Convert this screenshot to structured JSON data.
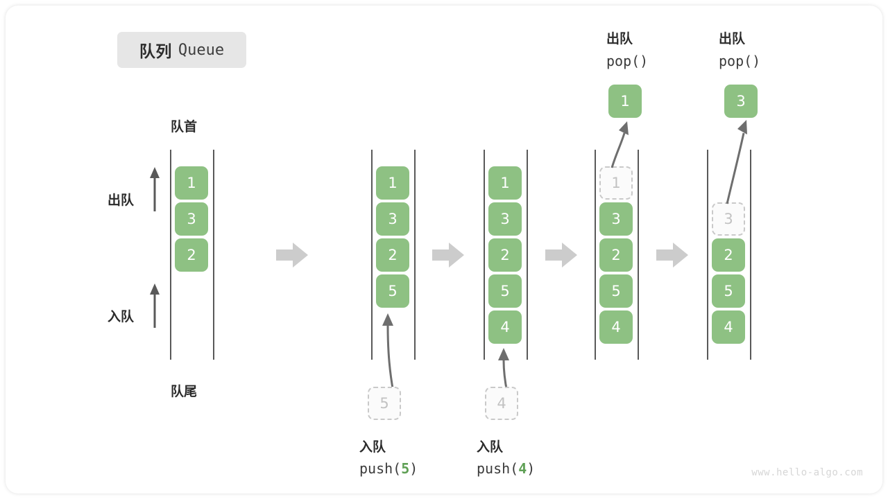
{
  "title": {
    "cn": "队列",
    "en": "Queue"
  },
  "labels": {
    "front": "队首",
    "rear": "队尾",
    "dequeue": "出队",
    "enqueue": "入队",
    "pop_call": "pop()"
  },
  "push_captions": [
    {
      "cn": "入队",
      "fn_open": "push(",
      "value": "5",
      "fn_close": ")"
    },
    {
      "cn": "入队",
      "fn_open": "push(",
      "value": "4",
      "fn_close": ")"
    }
  ],
  "columns": [
    {
      "name": "initial-queue",
      "cells": [
        {
          "value": "1",
          "state": "filled"
        },
        {
          "value": "3",
          "state": "filled"
        },
        {
          "value": "2",
          "state": "filled"
        }
      ]
    },
    {
      "name": "after-push-5",
      "cells": [
        {
          "value": "1",
          "state": "filled"
        },
        {
          "value": "3",
          "state": "filled"
        },
        {
          "value": "2",
          "state": "filled"
        },
        {
          "value": "5",
          "state": "filled"
        }
      ]
    },
    {
      "name": "after-push-4",
      "cells": [
        {
          "value": "1",
          "state": "filled"
        },
        {
          "value": "3",
          "state": "filled"
        },
        {
          "value": "2",
          "state": "filled"
        },
        {
          "value": "5",
          "state": "filled"
        },
        {
          "value": "4",
          "state": "filled"
        }
      ]
    },
    {
      "name": "after-pop-1",
      "cells": [
        {
          "value": "1",
          "state": "ghost"
        },
        {
          "value": "3",
          "state": "filled"
        },
        {
          "value": "2",
          "state": "filled"
        },
        {
          "value": "5",
          "state": "filled"
        },
        {
          "value": "4",
          "state": "filled"
        }
      ]
    },
    {
      "name": "after-pop-3",
      "cells": [
        {
          "value": "",
          "state": "empty"
        },
        {
          "value": "3",
          "state": "ghost"
        },
        {
          "value": "2",
          "state": "filled"
        },
        {
          "value": "5",
          "state": "filled"
        },
        {
          "value": "4",
          "state": "filled"
        }
      ]
    }
  ],
  "ghost_inputs": [
    {
      "value": "5"
    },
    {
      "value": "4"
    }
  ],
  "popped": [
    {
      "value": "1"
    },
    {
      "value": "3"
    }
  ],
  "watermark": "www.hello-algo.com",
  "colors": {
    "cell_green": "#8ec183",
    "ghost_border": "#c9c9c9",
    "rail": "#595959",
    "step_arrow": "#cccccc",
    "accent_text": "#5fa055"
  }
}
